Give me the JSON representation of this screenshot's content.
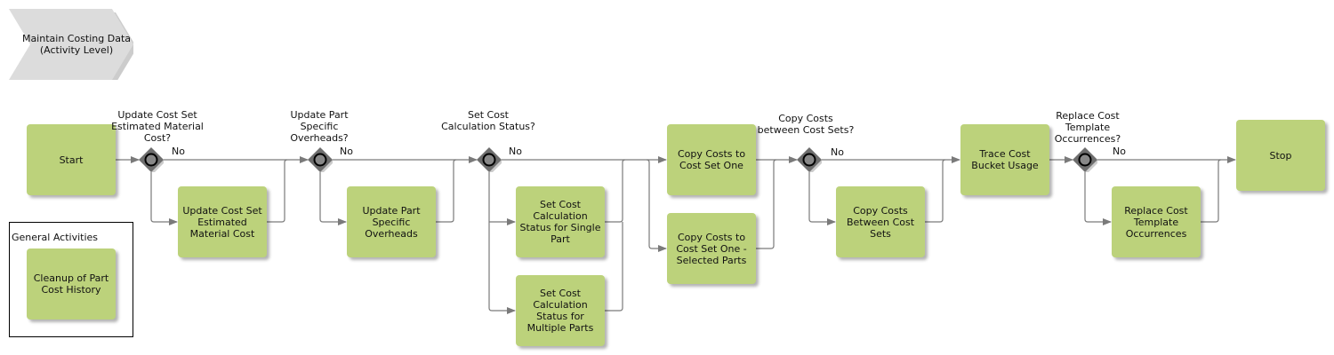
{
  "process": {
    "title": "Maintain Costing Data (Activity Level)"
  },
  "colors": {
    "activity_fill": "#bcd27b",
    "gateway_fill": "#6e6e6e",
    "connector": "#7a7a7a",
    "chevron_fill": "#dcdcdc"
  },
  "events": {
    "start": "Start",
    "stop": "Stop"
  },
  "gateways": [
    {
      "question": "Update Cost Set Estimated Material Cost?",
      "no_label": "No"
    },
    {
      "question": "Update Part Specific Overheads?",
      "no_label": "No"
    },
    {
      "question": "Set Cost Calculation Status?",
      "no_label": "No"
    },
    {
      "question": "Copy Costs between Cost Sets?",
      "no_label": "No"
    },
    {
      "question": "Replace Cost Template Occurrences?",
      "no_label": "No"
    }
  ],
  "activities": {
    "update_cost_set": "Update Cost Set Estimated Material Cost",
    "update_part_overheads": "Update Part Specific Overheads",
    "set_status_single": "Set Cost Calculation Status for Single Part",
    "set_status_multiple": "Set Cost Calculation Status for Multiple Parts",
    "copy_costs_one": "Copy Costs to Cost Set One",
    "copy_costs_selected": "Copy Costs to Cost Set One - Selected Parts",
    "copy_between": "Copy Costs Between Cost Sets",
    "trace_bucket": "Trace Cost Bucket Usage",
    "replace_template": "Replace Cost Template Occurrences"
  },
  "general_activities": {
    "title": "General Activities",
    "items": [
      "Cleanup of Part Cost History"
    ]
  }
}
